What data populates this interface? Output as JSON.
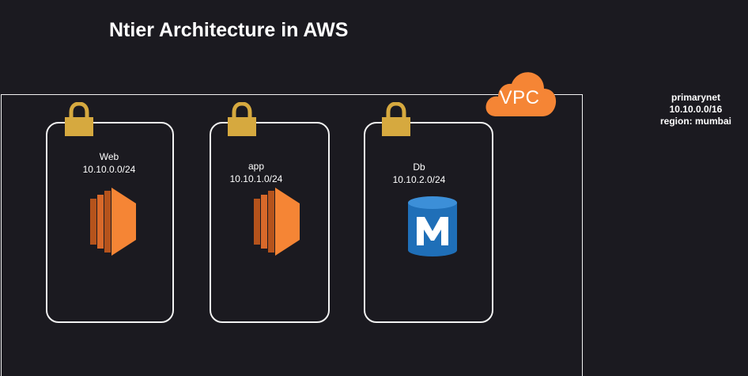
{
  "title": "Ntier Architecture in AWS",
  "vpc": {
    "label": "VPC",
    "color": "#f58535"
  },
  "network": {
    "name": "primarynet",
    "cidr": "10.10.0.0/16",
    "region": "region: mumbai"
  },
  "subnets": [
    {
      "name": "Web",
      "cidr": "10.10.0.0/24",
      "icon": "ec2-instance-icon"
    },
    {
      "name": "app",
      "cidr": "10.10.1.0/24",
      "icon": "ec2-instance-icon"
    },
    {
      "name": "Db",
      "cidr": "10.10.2.0/24",
      "icon": "rds-mysql-database-icon"
    }
  ],
  "colors": {
    "background": "#1b1a20",
    "lock": "#d6a93f",
    "ec2": "#f58535",
    "db": "#1f6fb8"
  }
}
